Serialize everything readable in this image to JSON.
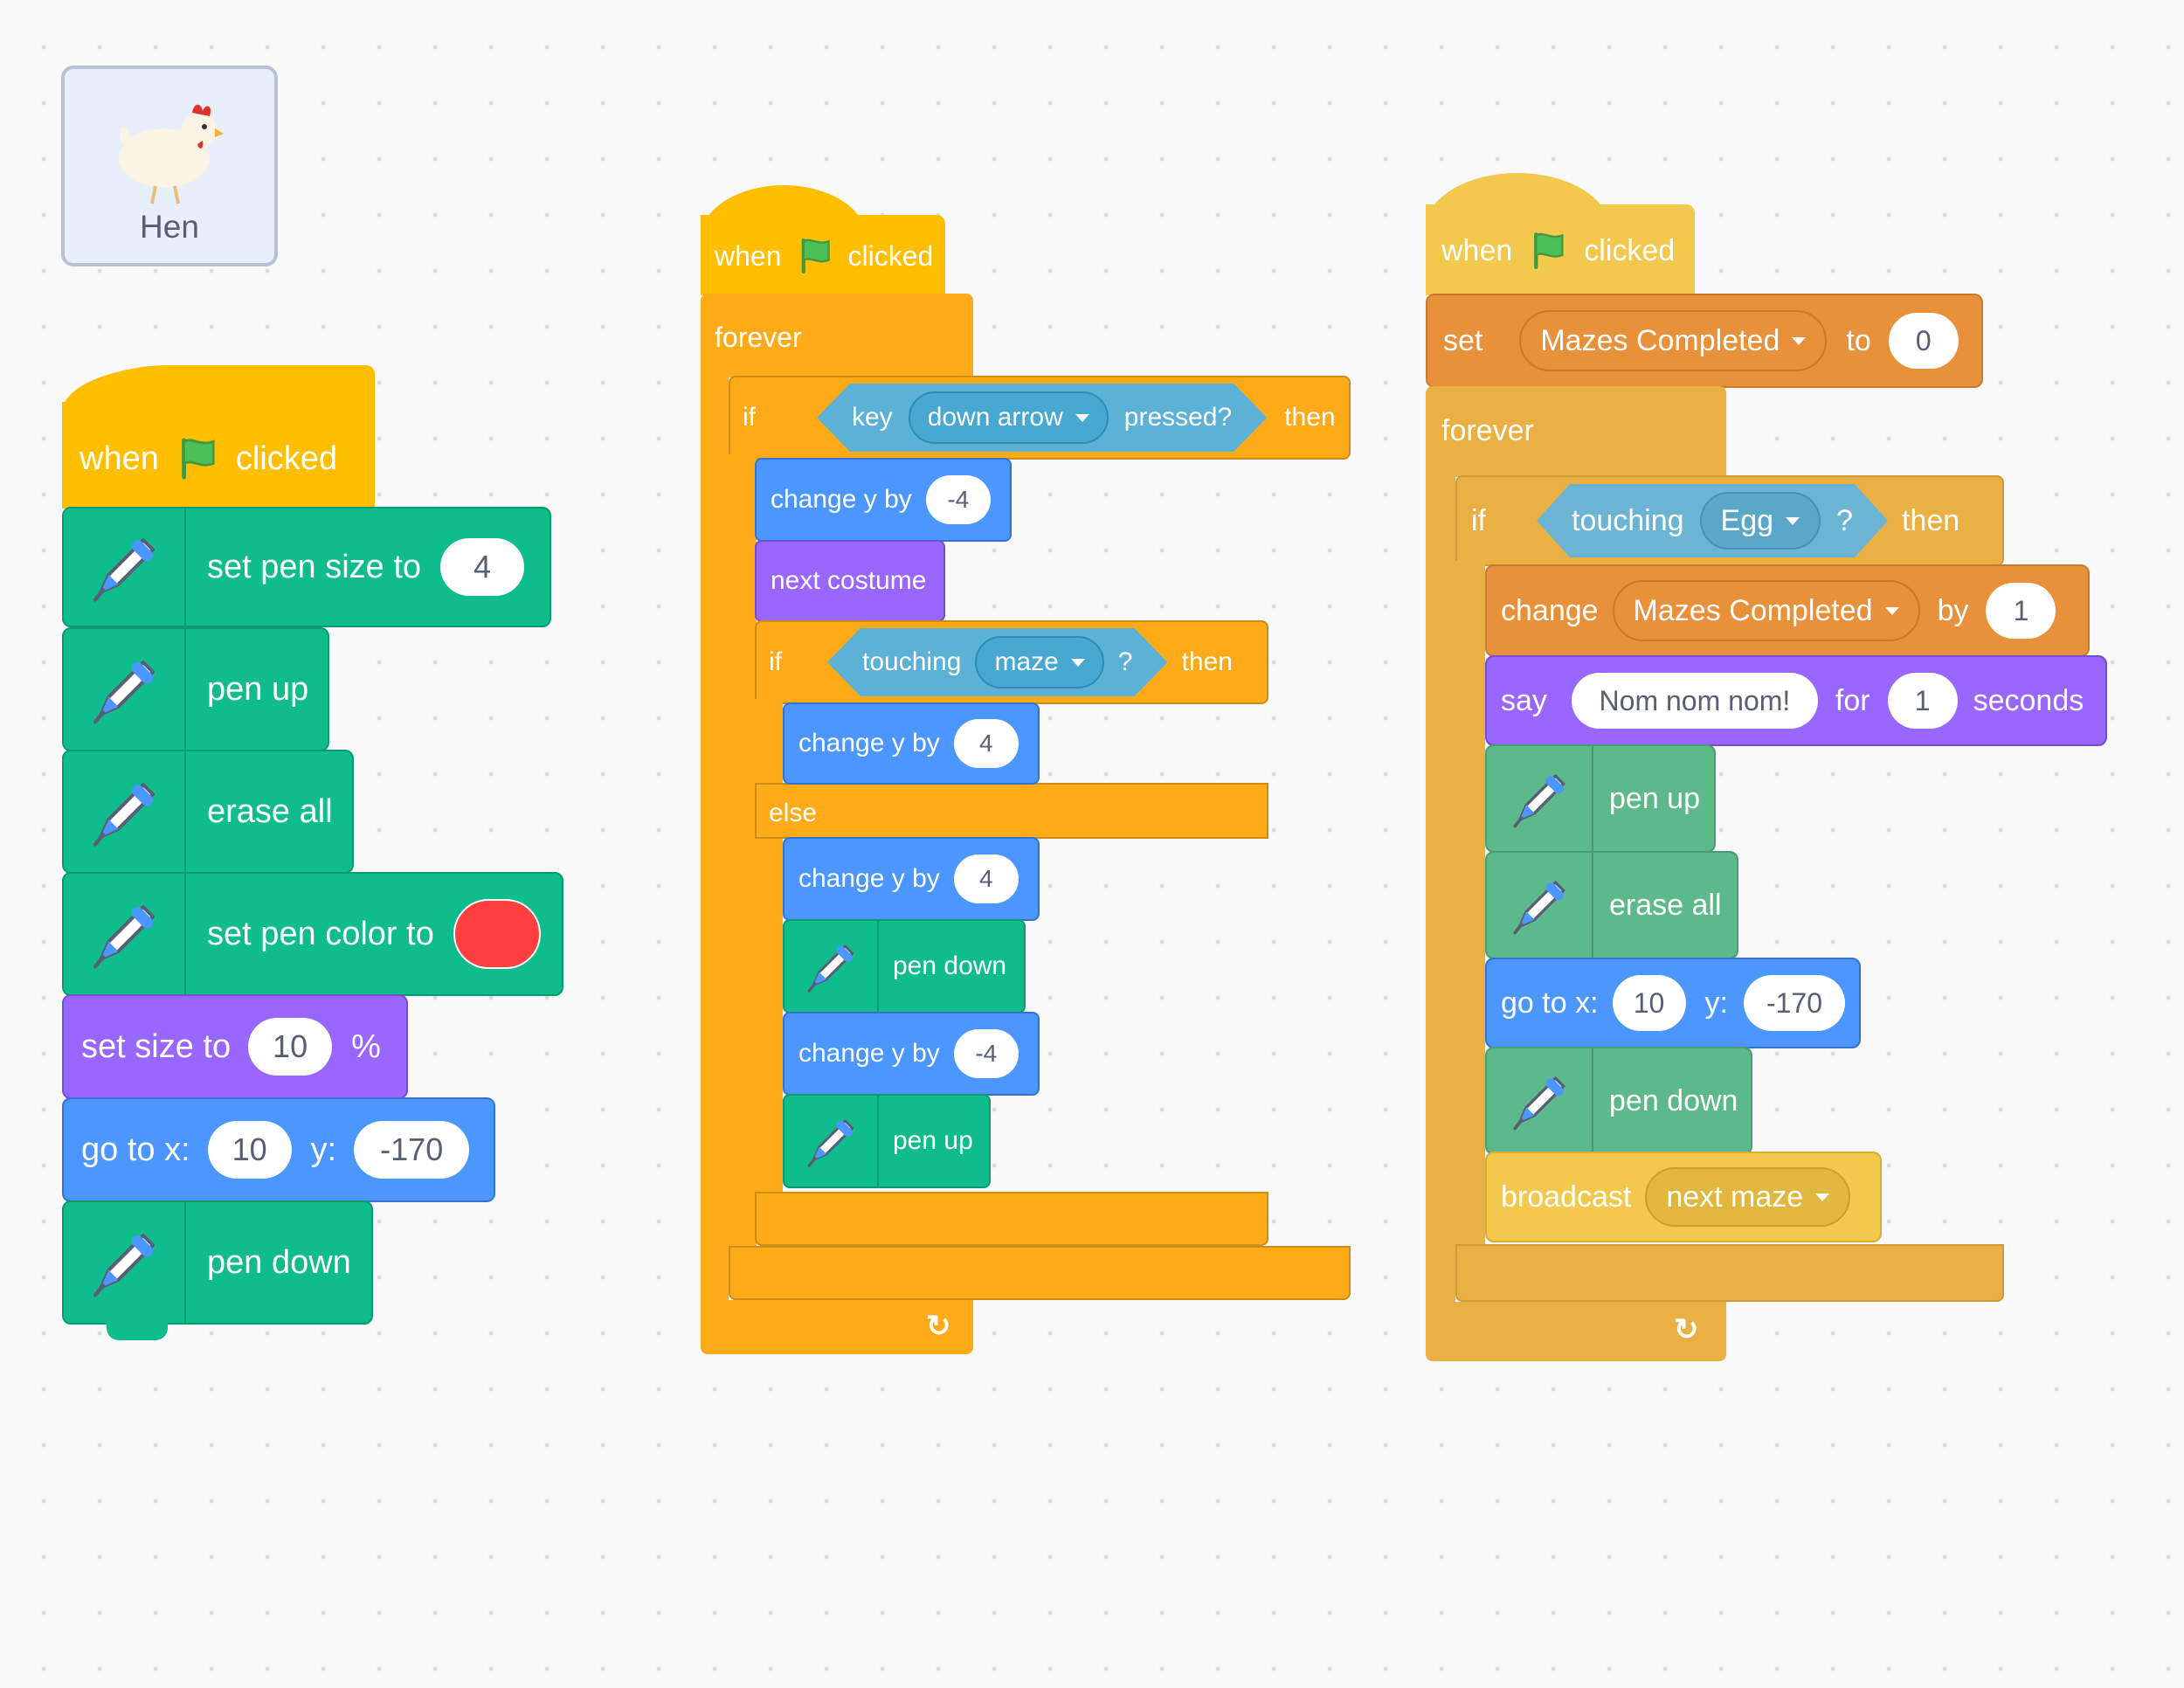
{
  "sprite": {
    "name": "Hen"
  },
  "colors": {
    "events": "#ffbf00",
    "pen": "#0fbd8c",
    "looks": "#9966ff",
    "motion": "#4c97ff",
    "control": "#ffab19",
    "sensing": "#5cb1d6",
    "variables": "#ff8c1a",
    "events_dim": "#f2c94c"
  },
  "script1": {
    "hat": {
      "when": "when",
      "clicked": "clicked",
      "icon": "green-flag-icon"
    },
    "set_pen_size": {
      "label": "set pen size to",
      "value": "4"
    },
    "pen_up": {
      "label": "pen up"
    },
    "erase_all": {
      "label": "erase all"
    },
    "set_pen_color": {
      "label": "set pen color to",
      "color": "#ff3f3f"
    },
    "set_size": {
      "label": "set size to",
      "value": "10",
      "unit": "%"
    },
    "go_to": {
      "label": "go to x:",
      "x": "10",
      "y_label": "y:",
      "y": "-170"
    },
    "pen_down": {
      "label": "pen down"
    }
  },
  "script2": {
    "hat": {
      "when": "when",
      "clicked": "clicked"
    },
    "forever": "forever",
    "if1": {
      "if": "if",
      "key": "key",
      "key_option": "down arrow",
      "pressed": "pressed?",
      "then": "then"
    },
    "change_y_1": {
      "label": "change y by",
      "value": "-4"
    },
    "next_costume": "next costume",
    "if2": {
      "if": "if",
      "touching": "touching",
      "option": "maze",
      "q": "?",
      "then": "then"
    },
    "change_y_2": {
      "label": "change y by",
      "value": "4"
    },
    "else": "else",
    "change_y_3": {
      "label": "change y by",
      "value": "4"
    },
    "pen_down": "pen down",
    "change_y_4": {
      "label": "change y by",
      "value": "-4"
    },
    "pen_up": "pen up"
  },
  "script3": {
    "hat": {
      "when": "when",
      "clicked": "clicked"
    },
    "set_var": {
      "label": "set",
      "variable": "Mazes Completed",
      "to": "to",
      "value": "0"
    },
    "forever": "forever",
    "if": {
      "if": "if",
      "touching": "touching",
      "option": "Egg",
      "q": "?",
      "then": "then"
    },
    "change_var": {
      "label": "change",
      "variable": "Mazes Completed",
      "by": "by",
      "value": "1"
    },
    "say": {
      "label": "say",
      "message": "Nom nom nom!",
      "for": "for",
      "secs": "1",
      "seconds": "seconds"
    },
    "pen_up": "pen up",
    "erase_all": "erase all",
    "go_to": {
      "label": "go to x:",
      "x": "10",
      "y_label": "y:",
      "y": "-170"
    },
    "pen_down": "pen down",
    "broadcast": {
      "label": "broadcast",
      "message": "next maze"
    }
  }
}
